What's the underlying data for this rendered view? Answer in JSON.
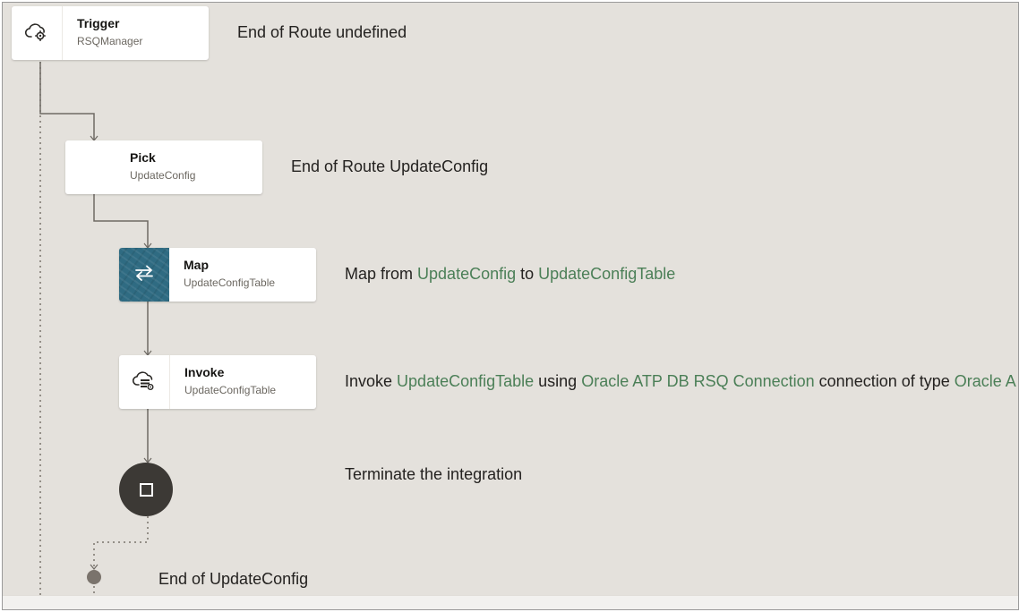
{
  "nodes": {
    "trigger": {
      "title": "Trigger",
      "subtitle": "RSQManager",
      "icon": "cloud-trigger-icon"
    },
    "pick": {
      "title": "Pick",
      "subtitle": "UpdateConfig"
    },
    "map": {
      "title": "Map",
      "subtitle": "UpdateConfigTable",
      "icon": "map-arrows-icon"
    },
    "invoke": {
      "title": "Invoke",
      "subtitle": "UpdateConfigTable",
      "icon": "cloud-database-icon"
    }
  },
  "descriptions": {
    "trigger": "End of Route undefined",
    "pick": "End of Route UpdateConfig",
    "map": {
      "prefix": "Map from ",
      "source": "UpdateConfig",
      "middle": " to ",
      "target": "UpdateConfigTable"
    },
    "invoke": {
      "prefix": "Invoke ",
      "target": "UpdateConfigTable",
      "using": " using ",
      "connection": "Oracle ATP DB RSQ Connection",
      "type_text": " connection of type ",
      "type": "Oracle A"
    },
    "terminate": "Terminate the integration",
    "end": "End of UpdateConfig"
  },
  "colors": {
    "canvas": "#e4e1dc",
    "highlight": "#4b7f57",
    "map_icon_bg": "#2f6b82",
    "terminate": "#3c3935",
    "end_dot": "#7a736c"
  }
}
